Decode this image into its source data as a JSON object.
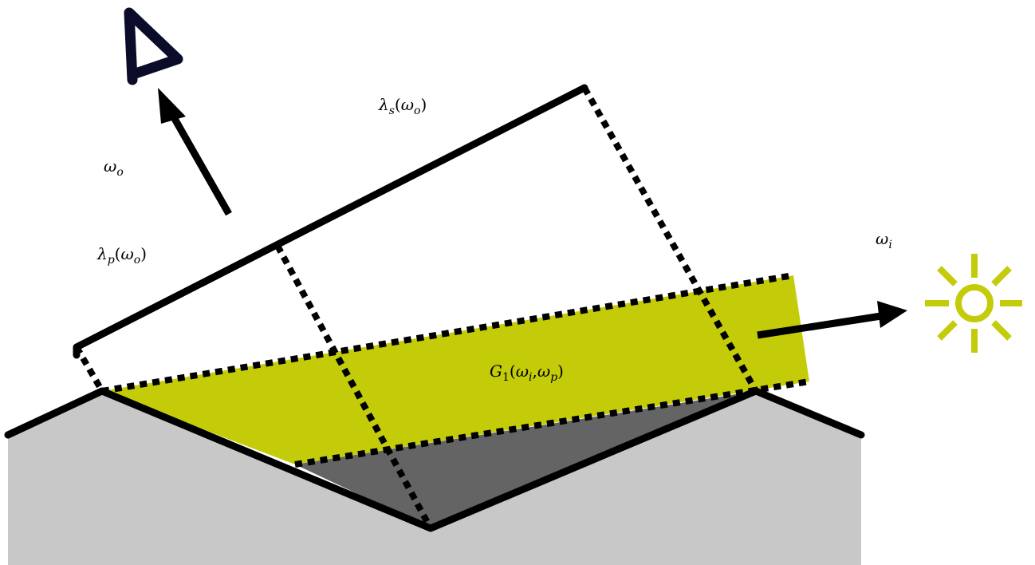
{
  "labels": {
    "lambda_s": {
      "base": "λ",
      "sub": "s",
      "arg_open": "(",
      "arg": "ω",
      "arg_sub": "o",
      "arg_close": ")"
    },
    "omega_o": {
      "base": "ω",
      "sub": "o"
    },
    "lambda_p": {
      "base": "λ",
      "sub": "p",
      "arg_open": "(",
      "arg": "ω",
      "arg_sub": "o",
      "arg_close": ")"
    },
    "omega_i": {
      "base": "ω",
      "sub": "i"
    },
    "g1": {
      "base": "G",
      "sub": "1",
      "open": "(",
      "arg1": "ω",
      "arg1_sub": "i",
      "comma": ",",
      "arg2": "ω",
      "arg2_sub": "p",
      "close": ")"
    }
  },
  "colors": {
    "ground": "#c8c8c8",
    "shadow": "#646464",
    "beam": "#c4cc0a",
    "sun": "#c4cc0a",
    "stroke": "#000000",
    "eye": "#0b0b2a"
  },
  "icons": {
    "viewer": "viewer-eye-icon",
    "light": "sun-icon"
  }
}
